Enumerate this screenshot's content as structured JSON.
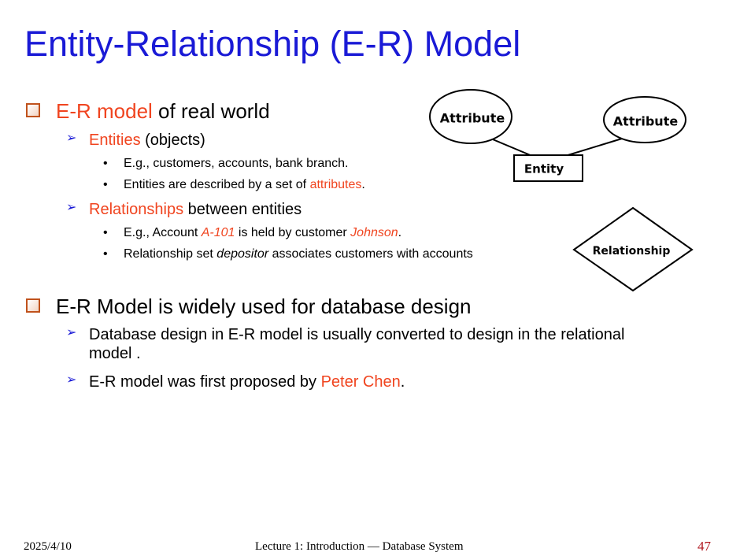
{
  "title": "Entity-Relationship (E-R) Model",
  "section1": {
    "hl": "E-R model",
    "rest": " of real world",
    "entities": {
      "hl": "Entities",
      "rest": " (objects)",
      "examples": "E.g., customers, accounts, bank branch.",
      "described_pre": "Entities are described by a set of ",
      "described_hl": "attributes",
      "described_post": "."
    },
    "relationships": {
      "hl": "Relationships",
      "rest": " between entities",
      "ex_pre": "E.g., Account ",
      "ex_hl1": "A-101",
      "ex_mid": " is held by customer ",
      "ex_hl2": "Johnson",
      "ex_post": ".",
      "set_pre": "Relationship set ",
      "set_it": "depositor",
      "set_post": " associates customers with accounts"
    }
  },
  "section2": {
    "heading": "E-R Model is widely used for database design",
    "point1_line1": "Database design in E-R model is usually converted to design in the relational",
    "point1_line2": "model .",
    "point2_pre": "E-R model was first proposed by ",
    "point2_hl": "Peter Chen",
    "point2_post": "."
  },
  "diagram": {
    "attribute_left": "Attribute",
    "attribute_right": "Attribute",
    "entity": "Entity",
    "relationship": "Relationship"
  },
  "footer": {
    "date": "2025/4/10",
    "center": "Lecture 1: Introduction — Database System",
    "page": "47"
  },
  "colors": {
    "title": "#1a1ad6",
    "highlight": "#f0441f",
    "page_number": "#b0171f",
    "bullet_box": "#c0521c"
  }
}
